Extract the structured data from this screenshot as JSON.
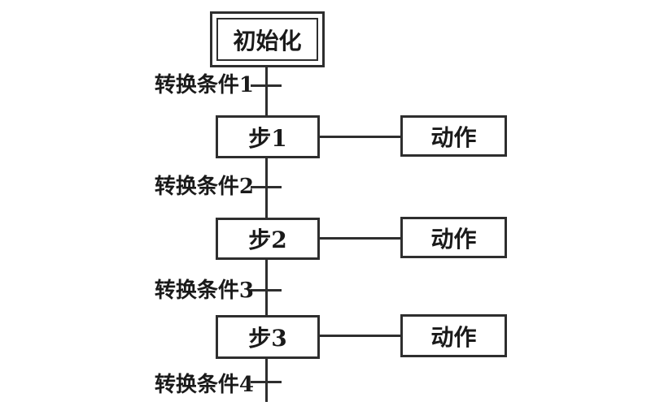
{
  "diagram": {
    "type": "sfc-sequential-function-chart",
    "colors": {
      "line": "#2e2e2e",
      "text": "#1a1a1a",
      "background": "#ffffff"
    },
    "init_step": {
      "label": "初始化"
    },
    "transitions": [
      {
        "label": "转换条件1"
      },
      {
        "label": "转换条件2"
      },
      {
        "label": "转换条件3"
      },
      {
        "label": "转换条件4"
      }
    ],
    "steps": [
      {
        "label": "步1",
        "action_label": "动作"
      },
      {
        "label": "步2",
        "action_label": "动作"
      },
      {
        "label": "步3",
        "action_label": "动作"
      }
    ]
  }
}
